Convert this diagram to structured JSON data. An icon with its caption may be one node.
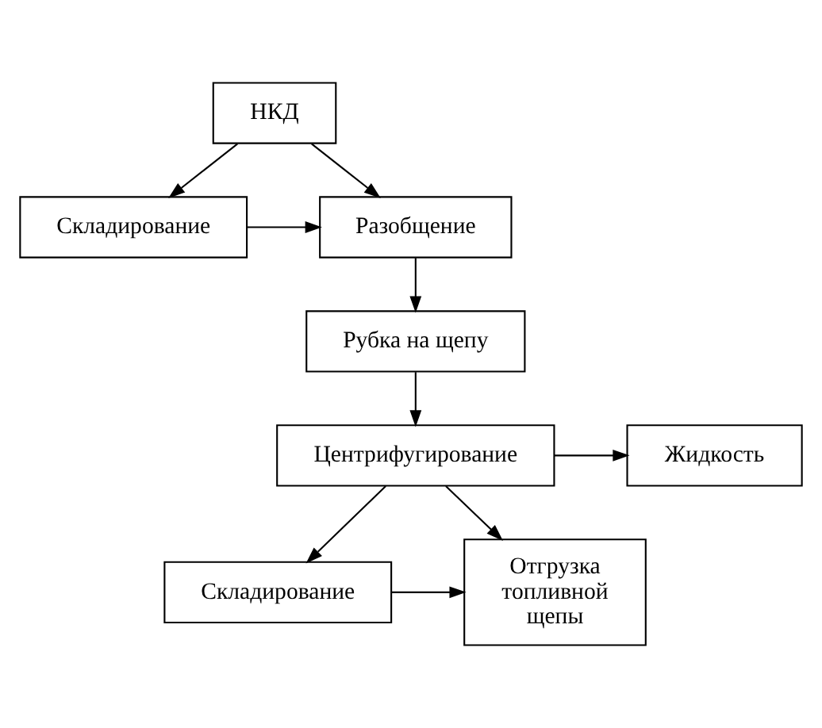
{
  "diagram": {
    "nodes": [
      {
        "text": [
          "НКД"
        ]
      },
      {
        "text": [
          "Складирование"
        ]
      },
      {
        "text": [
          "Разобщение"
        ]
      },
      {
        "text": [
          "Рубка на щепу"
        ]
      },
      {
        "text": [
          "Центрифугирование"
        ]
      },
      {
        "text": [
          "Жидкость"
        ]
      },
      {
        "text": [
          "Складирование"
        ]
      },
      {
        "text": [
          "Отгрузка топливной щепы"
        ]
      }
    ],
    "edges": [
      {
        "from": 0,
        "to": 1,
        "arrow": "to"
      },
      {
        "from": 0,
        "to": 2,
        "arrow": "to"
      },
      {
        "from": 1,
        "to": 2,
        "arrow": "to"
      },
      {
        "from": 2,
        "to": 3,
        "arrow": "to"
      },
      {
        "from": 3,
        "to": 4,
        "arrow": "to"
      },
      {
        "from": 4,
        "to": 5,
        "arrow": "to"
      },
      {
        "from": 4,
        "to": 6,
        "arrow": "to"
      },
      {
        "from": 4,
        "to": 7,
        "arrow": "to"
      },
      {
        "from": 6,
        "to": 7,
        "arrow": "to"
      }
    ]
  }
}
